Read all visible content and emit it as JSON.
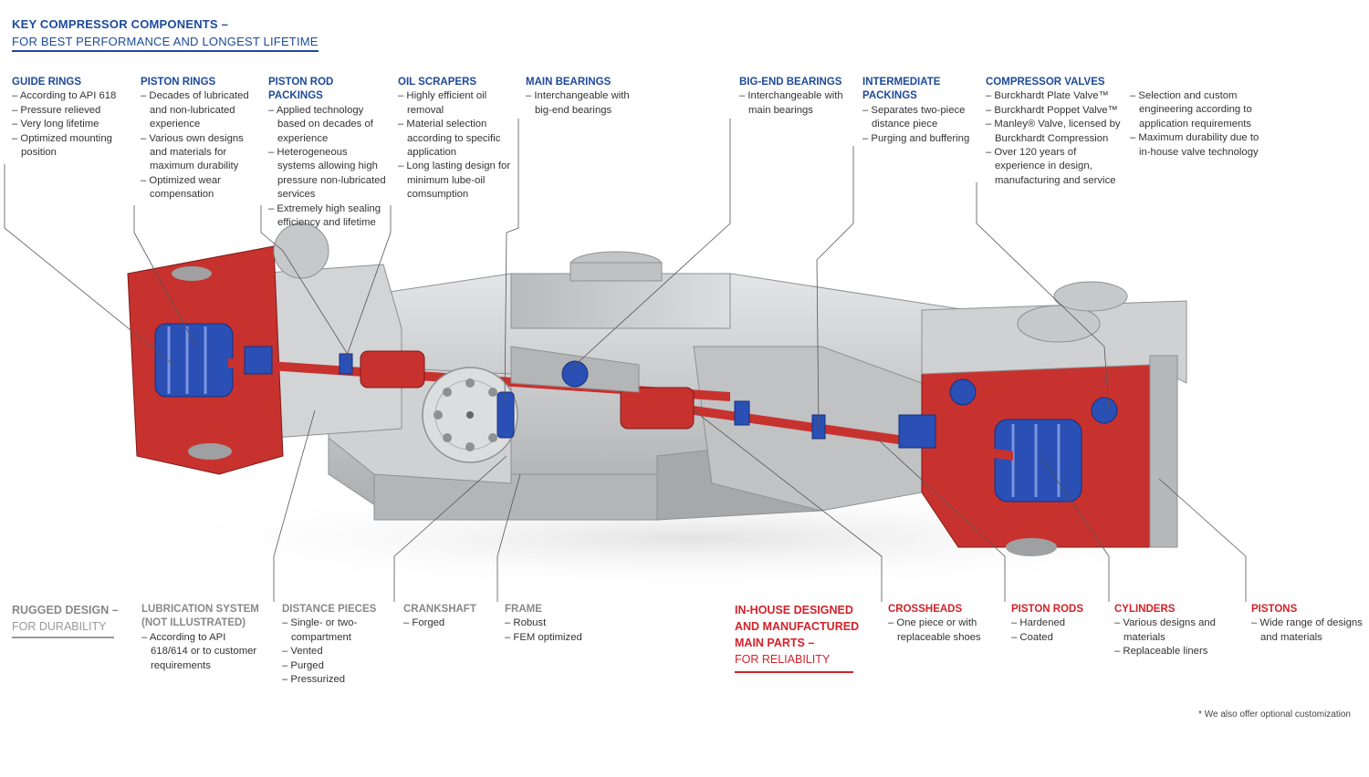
{
  "header": {
    "title": "KEY COMPRESSOR COMPONENTS –",
    "subtitle": "FOR BEST PERFORMANCE AND LONGEST LIFETIME"
  },
  "top_labels": [
    {
      "title": "GUIDE RINGS",
      "items": [
        "According to API 618",
        "Pressure relieved",
        "Very long lifetime",
        "Optimized mounting position"
      ]
    },
    {
      "title": "PISTON RINGS",
      "items": [
        "Decades of lubricated and non-lubricated experience",
        "Various own designs and materials for maximum durability",
        "Optimized wear compensation"
      ]
    },
    {
      "title": "PISTON ROD PACKINGS",
      "items": [
        "Applied technology based on decades of experience",
        "Heterogeneous systems allowing high pressure non-lubricated services",
        "Extremely high sealing efficiency and lifetime"
      ]
    },
    {
      "title": "OIL SCRAPERS",
      "items": [
        "Highly efficient oil removal",
        "Material selection according to specific application",
        "Long lasting design for minimum lube-oil comsumption"
      ]
    },
    {
      "title": "MAIN BEARINGS",
      "items": [
        "Interchangeable with big-end bearings"
      ]
    },
    {
      "title": "BIG-END BEARINGS",
      "items": [
        "Interchangeable with main bearings"
      ]
    },
    {
      "title": "INTERMEDIATE PACKINGS",
      "items": [
        "Separates two-piece distance piece",
        "Purging and buffering"
      ]
    },
    {
      "title": "COMPRESSOR VALVES",
      "items": [
        "Burckhardt Plate Valve™",
        "Burckhardt Poppet Valve™",
        "Manley® Valve, licensed by Burckhardt Compression",
        "Over 120 years of experience in design, manufacturing and service"
      ]
    },
    {
      "title": "",
      "items": [
        "Selection and custom engineering according to application requirements",
        "Maximum durability due to in-house valve technology"
      ]
    }
  ],
  "rugged": {
    "title": "RUGGED DESIGN –",
    "subtitle": "FOR DURABILITY"
  },
  "bottom_gray": [
    {
      "title": "LUBRICATION SYSTEM (NOT ILLUSTRATED)",
      "items": [
        "According to API 618/614 or to customer requirements"
      ]
    },
    {
      "title": "DISTANCE PIECES",
      "items": [
        "Single- or two-compartment",
        "Vented",
        "Purged",
        "Pressurized"
      ]
    },
    {
      "title": "CRANKSHAFT",
      "items": [
        "Forged"
      ]
    },
    {
      "title": "FRAME",
      "items": [
        "Robust",
        "FEM optimized"
      ]
    }
  ],
  "inhouse": {
    "title": "IN-HOUSE DESIGNED AND MANUFACTURED MAIN PARTS –",
    "subtitle": "FOR RELIABILITY"
  },
  "bottom_red": [
    {
      "title": "CROSSHEADS",
      "items": [
        "One piece or with replaceable shoes"
      ]
    },
    {
      "title": "PISTON RODS",
      "items": [
        "Hardened",
        "Coated"
      ]
    },
    {
      "title": "CYLINDERS",
      "items": [
        "Various designs and materials",
        "Replaceable liners"
      ]
    },
    {
      "title": "PISTONS",
      "items": [
        "Wide range of designs and materials"
      ]
    }
  ],
  "footnote": "* We also offer optional customization",
  "colors": {
    "blue": "#1d4a9a",
    "red": "#d3222a",
    "gray": "#888888",
    "metal": "#c9cbcd",
    "cut_red": "#c8322e",
    "part_blue": "#2a4fb5"
  }
}
